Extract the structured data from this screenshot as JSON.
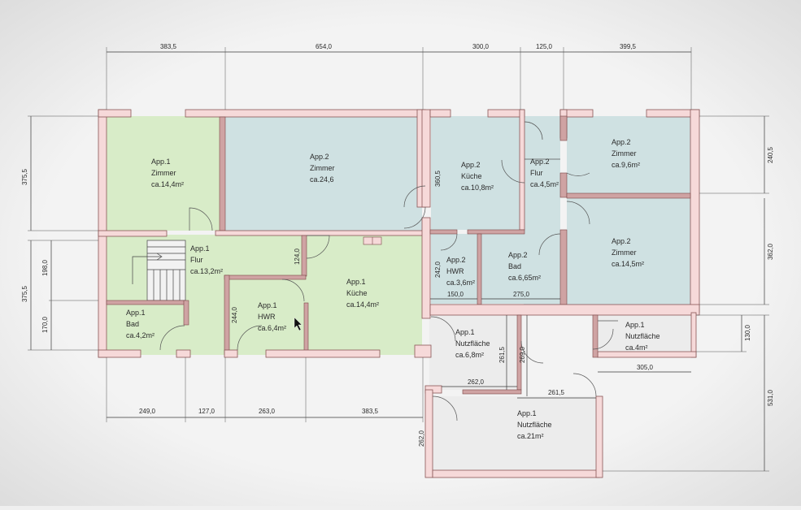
{
  "colors": {
    "app1_fill": "#d8ecc8",
    "app2_fill": "#cfe1e2",
    "neutral_fill": "#ececec",
    "wall_fill": "#f6d9d9",
    "wall_stroke": "#8a5555"
  },
  "dimensions": {
    "top_1": "383,5",
    "top_2": "654,0",
    "top_3": "300,0",
    "top_4": "125,0",
    "top_5": "399,5",
    "left_1": "375,5",
    "left_2": "375,5",
    "left_3": "198,0",
    "left_4": "170,0",
    "right_1": "240,5",
    "right_2": "362,0",
    "right_3": "130,0",
    "right_4": "531,0",
    "bottom_1": "249,0",
    "bottom_2": "127,0",
    "bottom_3": "263,0",
    "bottom_4": "383,5",
    "inner_1": "124,0",
    "inner_2": "244,0",
    "inner_3": "360,5",
    "inner_4": "242,0",
    "inner_5": "150,0",
    "inner_6": "275,0",
    "inner_7": "261,5",
    "inner_8": "269,0",
    "inner_9": "262,0",
    "inner_10": "261,5",
    "inner_11": "305,0",
    "inner_12": "262,0"
  },
  "rooms": [
    {
      "unit": "App.1",
      "name": "Zimmer",
      "area": "ca.14,4m²"
    },
    {
      "unit": "App.2",
      "name": "Zimmer",
      "area": "ca.24,6"
    },
    {
      "unit": "App.2",
      "name": "Küche",
      "area": "ca.10,8m²"
    },
    {
      "unit": "App.2",
      "name": "Flur",
      "area": "ca.4,5m²"
    },
    {
      "unit": "App.2",
      "name": "Zimmer",
      "area": "ca.9,6m²"
    },
    {
      "unit": "App.1",
      "name": "Flur",
      "area": "ca.13,2m²"
    },
    {
      "unit": "App.1",
      "name": "Küche",
      "area": "ca.14,4m²"
    },
    {
      "unit": "App.1",
      "name": "HWR",
      "area": "ca.6,4m²"
    },
    {
      "unit": "App.1",
      "name": "Bad",
      "area": "ca.4,2m²"
    },
    {
      "unit": "App.2",
      "name": "HWR",
      "area": "ca.3,6m²"
    },
    {
      "unit": "App.2",
      "name": "Bad",
      "area": "ca.6,65m²"
    },
    {
      "unit": "App.2",
      "name": "Zimmer",
      "area": "ca.14,5m²"
    },
    {
      "unit": "App.1",
      "name": "Nutzfläche",
      "area": "ca.6,8m²"
    },
    {
      "unit": "App.1",
      "name": "Nutzfläche",
      "area": "ca.4m²"
    },
    {
      "unit": "App.1",
      "name": "Nutzfläche",
      "area": "ca.21m²"
    }
  ]
}
